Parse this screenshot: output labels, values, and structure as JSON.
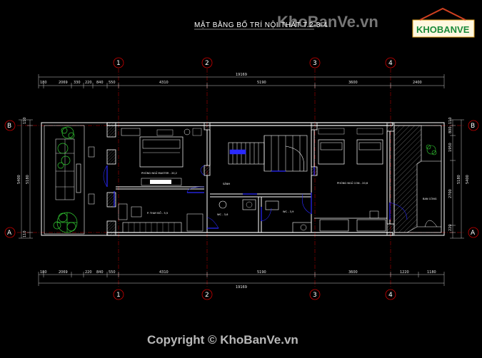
{
  "title": "MẶT BẰNG BỐ TRÍ NỘI THẤT T.2-3-4",
  "watermark_top": "KhoBanVe.vn",
  "logo_text": "KHOBANVE",
  "copyright": "Copyright © KhoBanVe.vn",
  "axes": {
    "columns": [
      "1",
      "2",
      "3",
      "4"
    ],
    "rows": [
      "B",
      "A"
    ]
  },
  "dimensions": {
    "top_total": "19169",
    "top_detail": [
      "180",
      "2069",
      "330",
      "220",
      "840",
      "550",
      "4310",
      "5190",
      "3600",
      "2400"
    ],
    "bottom_total": "19169",
    "bottom_detail": [
      "180",
      "2069",
      "220",
      "840",
      "550",
      "4310",
      "5190",
      "3600",
      "1220",
      "1180"
    ],
    "left": [
      "110",
      "5180",
      "5400",
      "110"
    ],
    "right": [
      "110",
      "800",
      "1950",
      "2700",
      "220",
      "5180",
      "5400"
    ]
  },
  "rooms": {
    "master_bedroom": "PHÒNG NGỦ MASTER - 20,2",
    "wc_left": "P. THAY ĐỒ - 5,5",
    "stair_area": "SẢNH",
    "wc_center": "WC - 3,6",
    "wc_right": "WC - 3,9",
    "bedroom_2": "PHÒNG NGỦ CON - 20,6",
    "balcony": "BAN CÔNG"
  },
  "colors": {
    "background": "#000000",
    "wall": "#ffffff",
    "door": "#2a2aff",
    "furniture": "#ffffff",
    "tree": "#33cc33",
    "dim_line": "#c8c8c8",
    "grid_line": "#cc0000",
    "hatch": "#bbbbbb"
  }
}
